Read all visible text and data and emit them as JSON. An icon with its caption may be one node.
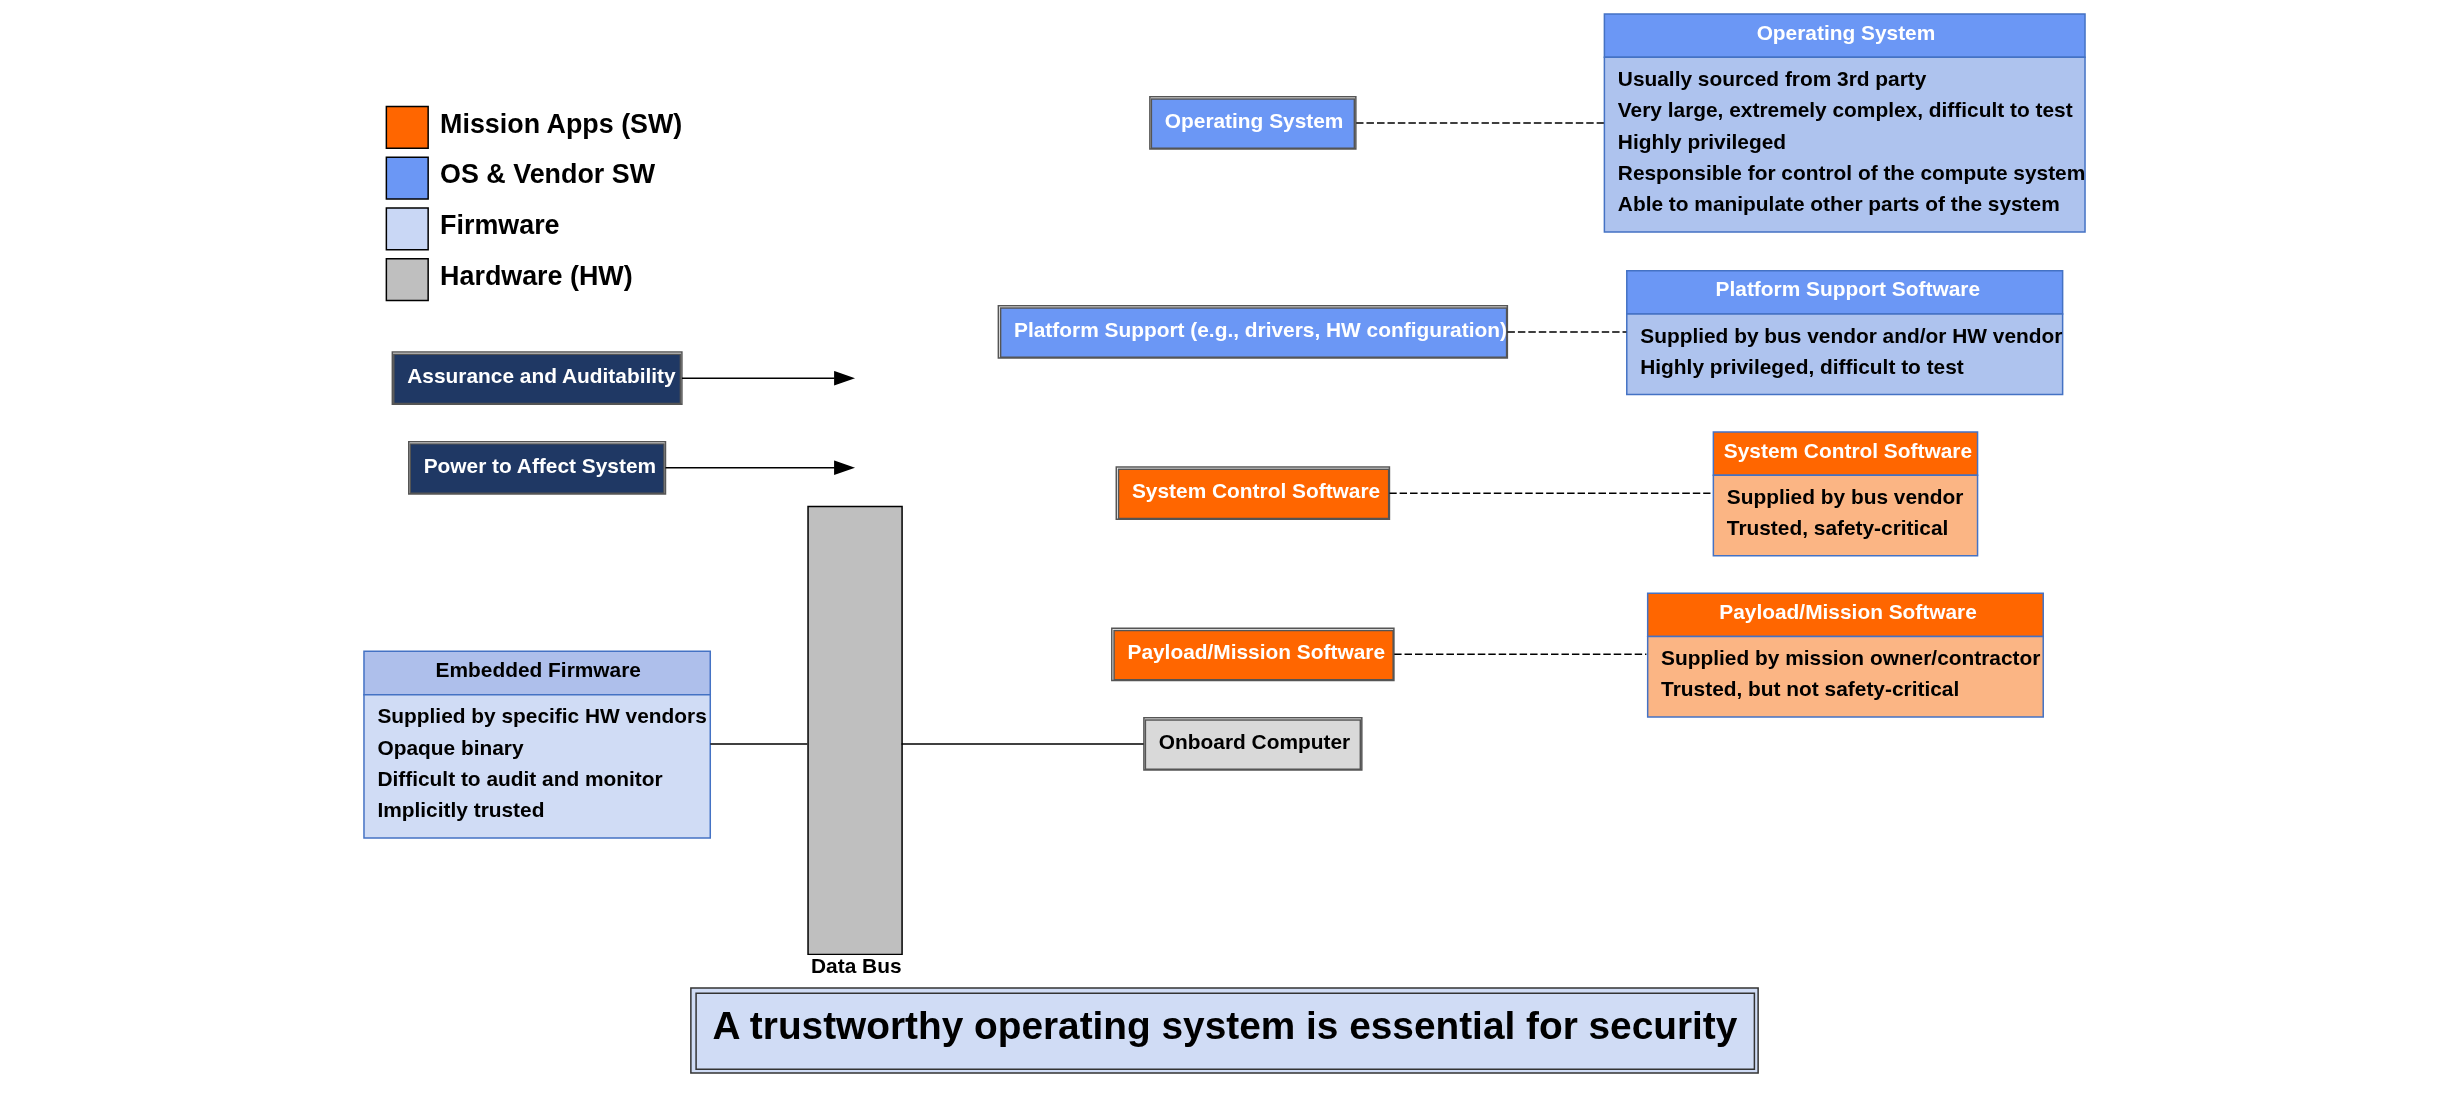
{
  "diagram": {
    "caption": "A trustworthy operating system is essential for security",
    "nodes": [
      {
        "text": [
          "Embedded Firmware",
          "Supplied by specific HW vendors",
          "Opaque binary",
          "Difficult to audit and monitor",
          "Implicitly trusted"
        ]
      },
      {
        "text": [
          "Data Bus"
        ]
      },
      {
        "text": [
          "Payload/Mission Software",
          "Supplied by mission owner/contractor",
          "Trusted, but not safety-critical"
        ]
      },
      {
        "text": [
          "System Control Software",
          "Supplied by bus vendor",
          "Trusted, safety-critical"
        ]
      },
      {
        "text": [
          "Platform Support Software",
          "Supplied by bus vendor and/or HW vendor",
          "Highly privileged, difficult to test"
        ]
      },
      {
        "text": [
          "Operating System",
          "Usually sourced from 3rd party",
          "Very large, extremely complex, difficult to test",
          "Highly privileged",
          "Responsible for control of the compute system",
          "Able to manipulate other parts of the system"
        ]
      },
      {
        "text": [
          "Payload/Mission Software"
        ]
      },
      {
        "text": [
          "System Control Software"
        ]
      },
      {
        "text": [
          "Platform Support (e.g., drivers, HW configuration)"
        ]
      },
      {
        "text": [
          "Operating System"
        ]
      },
      {
        "text": [
          "Onboard Computer"
        ]
      },
      {
        "text": [
          "Power to Affect System"
        ]
      },
      {
        "text": [
          "Assurance and Auditability"
        ]
      }
    ],
    "edges": [
      {
        "from": 0,
        "to": 1,
        "arrow": "none"
      },
      {
        "from": 1,
        "to": 10,
        "arrow": "none"
      },
      {
        "from": 6,
        "to": 2,
        "arrow": "none",
        "style": "dashed"
      },
      {
        "from": 7,
        "to": 3,
        "arrow": "none",
        "style": "dashed"
      },
      {
        "from": 8,
        "to": 4,
        "arrow": "none",
        "style": "dashed"
      },
      {
        "from": 9,
        "to": 5,
        "arrow": "none",
        "style": "dashed"
      },
      {
        "from": 11,
        "to": null,
        "arrow": "to"
      },
      {
        "from": 12,
        "to": null,
        "arrow": "to"
      }
    ],
    "legend": [
      {
        "text": "Mission Apps (SW)",
        "color": "#ff6600"
      },
      {
        "text": "OS & Vendor SW",
        "color": "#6b97f5"
      },
      {
        "text": "Firmware",
        "color": "#c9d7f5"
      },
      {
        "text": "Hardware (HW)",
        "color": "#bfbfbf"
      }
    ]
  }
}
